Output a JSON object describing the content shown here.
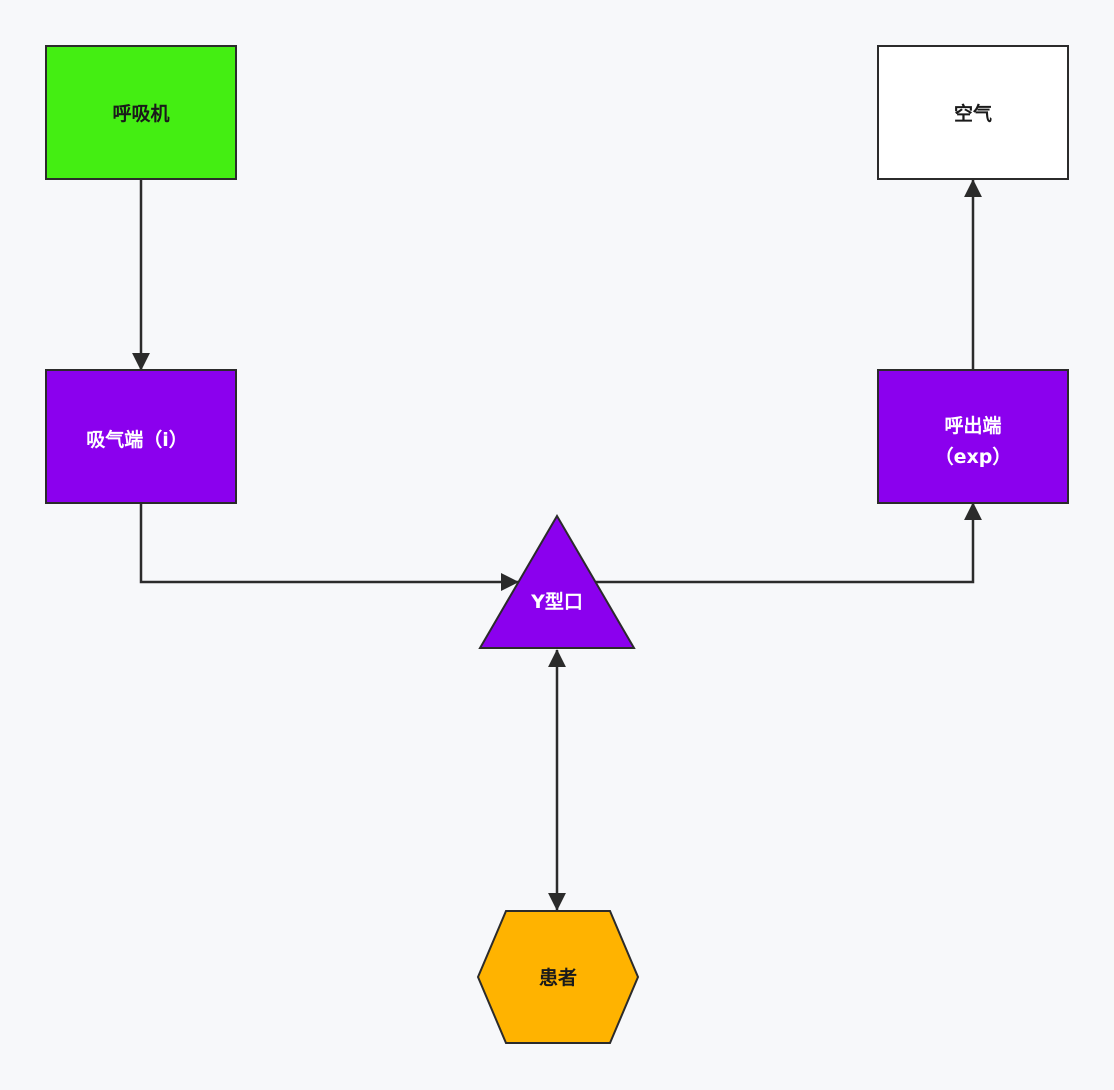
{
  "diagram": {
    "nodes": {
      "ventilator": {
        "label": "呼吸机",
        "shape": "rectangle",
        "fill": "#44ee12",
        "text_color": "#1a1a1a"
      },
      "air": {
        "label": "空气",
        "shape": "rectangle",
        "fill": "#ffffff",
        "text_color": "#1a1a1a"
      },
      "inspiratory_port": {
        "label": "吸气端（i）",
        "shape": "rectangle",
        "fill": "#8b00ee",
        "text_color": "#ffffff"
      },
      "expiratory_port": {
        "label_line1": "呼出端",
        "label_line2": "（exp）",
        "shape": "rectangle",
        "fill": "#8b00ee",
        "text_color": "#ffffff"
      },
      "y_piece": {
        "label": "Y型口",
        "shape": "triangle",
        "fill": "#8b00ee",
        "text_color": "#ffffff"
      },
      "patient": {
        "label": "患者",
        "shape": "hexagon",
        "fill": "#ffb300",
        "text_color": "#1a1a1a"
      }
    },
    "edges": [
      {
        "from": "ventilator",
        "to": "inspiratory_port",
        "direction": "forward"
      },
      {
        "from": "inspiratory_port",
        "to": "y_piece",
        "direction": "forward"
      },
      {
        "from": "y_piece",
        "to": "expiratory_port",
        "direction": "forward"
      },
      {
        "from": "expiratory_port",
        "to": "air",
        "direction": "forward"
      },
      {
        "from": "y_piece",
        "to": "patient",
        "direction": "both"
      }
    ],
    "colors": {
      "edge": "#2b2b2b",
      "node_border": "#2b2b2b",
      "background": "#f7f8fa"
    }
  }
}
